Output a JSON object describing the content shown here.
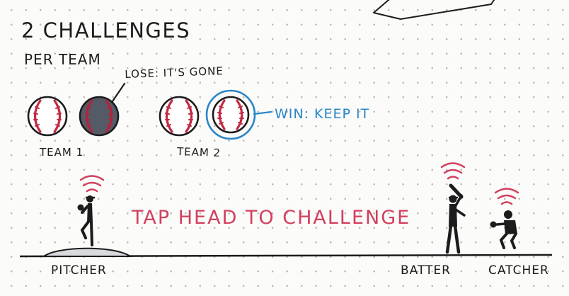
{
  "title": "2 CHALLENGES",
  "subtitle": "PER TEAM",
  "lose_label": "LOSE: IT'S GONE",
  "win_label": "WIN: KEEP IT",
  "teams": [
    {
      "label": "TEAM 1",
      "balls": [
        "available",
        "used"
      ]
    },
    {
      "label": "TEAM 2",
      "balls": [
        "available",
        "kept"
      ]
    }
  ],
  "instruction": "TAP HEAD TO CHALLENGE",
  "roles": {
    "pitcher": "PITCHER",
    "batter": "BATTER",
    "catcher": "CATCHER"
  },
  "colors": {
    "ink": "#1c1c1c",
    "stitch_red": "#c22a43",
    "signal_red": "#d2405e",
    "win_blue": "#2a86c8",
    "used_ball": "#545a66"
  }
}
